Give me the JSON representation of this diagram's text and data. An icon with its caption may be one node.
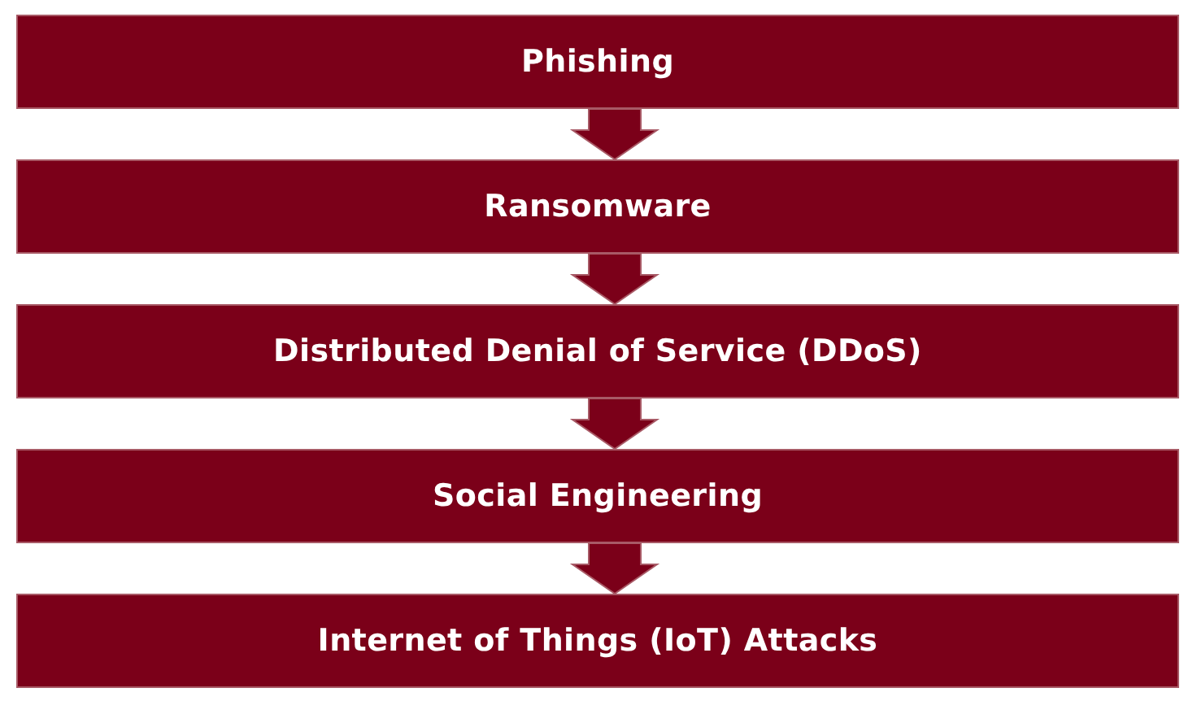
{
  "diagram": {
    "nodes": [
      {
        "text": [
          "Phishing"
        ]
      },
      {
        "text": [
          "Ransomware"
        ]
      },
      {
        "text": [
          "Distributed Denial of Service (DDoS)"
        ]
      },
      {
        "text": [
          "Social Engineering"
        ]
      },
      {
        "text": [
          "Internet of Things (IoT) Attacks"
        ]
      }
    ],
    "edges": [
      {
        "from": 0,
        "to": 1,
        "arrow": "to"
      },
      {
        "from": 1,
        "to": 2,
        "arrow": "to"
      },
      {
        "from": 2,
        "to": 3,
        "arrow": "to"
      },
      {
        "from": 3,
        "to": 4,
        "arrow": "to"
      }
    ]
  }
}
